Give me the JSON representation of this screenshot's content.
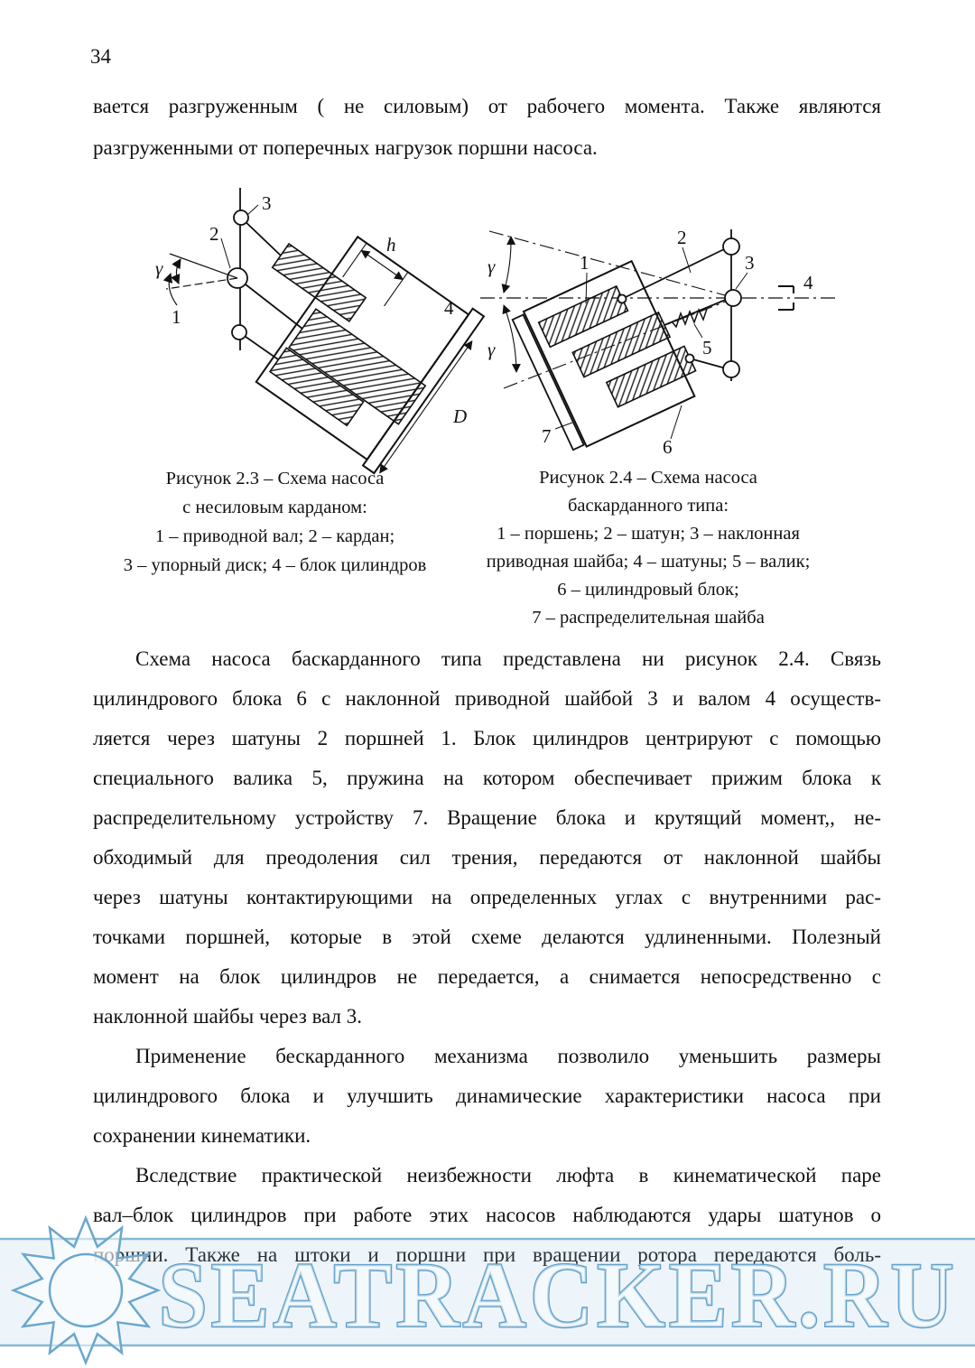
{
  "page_number": "34",
  "intro": {
    "lines": [
      "вается разгруженным ( не силовым) от рабочего момента. Также являются",
      "разгруженными от поперечных нагрузок поршни насоса."
    ]
  },
  "figure_2_3": {
    "caption": [
      "Рисунок 2.3 – Схема насоса",
      "с несиловым карданом:",
      "1 – приводной вал; 2 – кардан;",
      "3 – упорный диск; 4 – блок цилиндров"
    ],
    "labels": {
      "n1": "1",
      "n2": "2",
      "n3": "3",
      "n4": "4",
      "dim_h": "h",
      "dim_D": "D",
      "gamma": "γ"
    }
  },
  "figure_2_4": {
    "caption": [
      "Рисунок 2.4 – Схема насоса",
      "баскарданного типа:",
      "1 – поршень; 2 – шатун; 3 – наклонная",
      "приводная шайба; 4 – шатуны; 5 – валик;",
      "6 – цилиндровый блок;",
      "7 – распределительная шайба"
    ],
    "labels": {
      "n1": "1",
      "n2": "2",
      "n3": "3",
      "n4": "4",
      "n5": "5",
      "n6": "6",
      "n7": "7",
      "gamma_top": "γ",
      "gamma_bottom": "γ"
    }
  },
  "body": {
    "p1": {
      "lines": [
        "Схема насоса баскарданного типа представлена ни рисунок 2.4. Связь",
        "цилиндрового блока 6 с наклонной приводной шайбой 3 и валом 4 осуществ-",
        "ляется через шатуны 2 поршней 1. Блок цилиндров центрируют с помощью",
        "специального валика 5, пружина на котором обеспечивает прижим блока к",
        "распределительному устройству 7. Вращение блока и крутящий момент,, не-",
        "обходимый для преодоления сил трения, передаются от наклонной шайбы",
        "через шатуны контактирующими на определенных углах с внутренними рас-",
        "точками поршней, которые в этой схеме делаются удлиненными. Полезный",
        "момент на блок цилиндров не передается, а снимается непосредственно с",
        "наклонной шайбы через вал 3."
      ]
    },
    "p2": {
      "lines": [
        "Применение бескарданного механизма позволило уменьшить размеры",
        "цилиндрового блока и улучшить динамические характеристики насоса при",
        "сохранении кинематики."
      ]
    },
    "p3": {
      "lines": [
        "Вследствие практической неизбежности люфта в кинематической паре",
        "вал–блок цилиндров при работе этих насосов наблюдаются удары шатунов о",
        "поршни. Также на штоки и поршни при вращении ротора передаются боль-"
      ]
    }
  },
  "watermark": {
    "text": "SEATRACKER.RU",
    "accent_color": "#5f9fc8"
  }
}
